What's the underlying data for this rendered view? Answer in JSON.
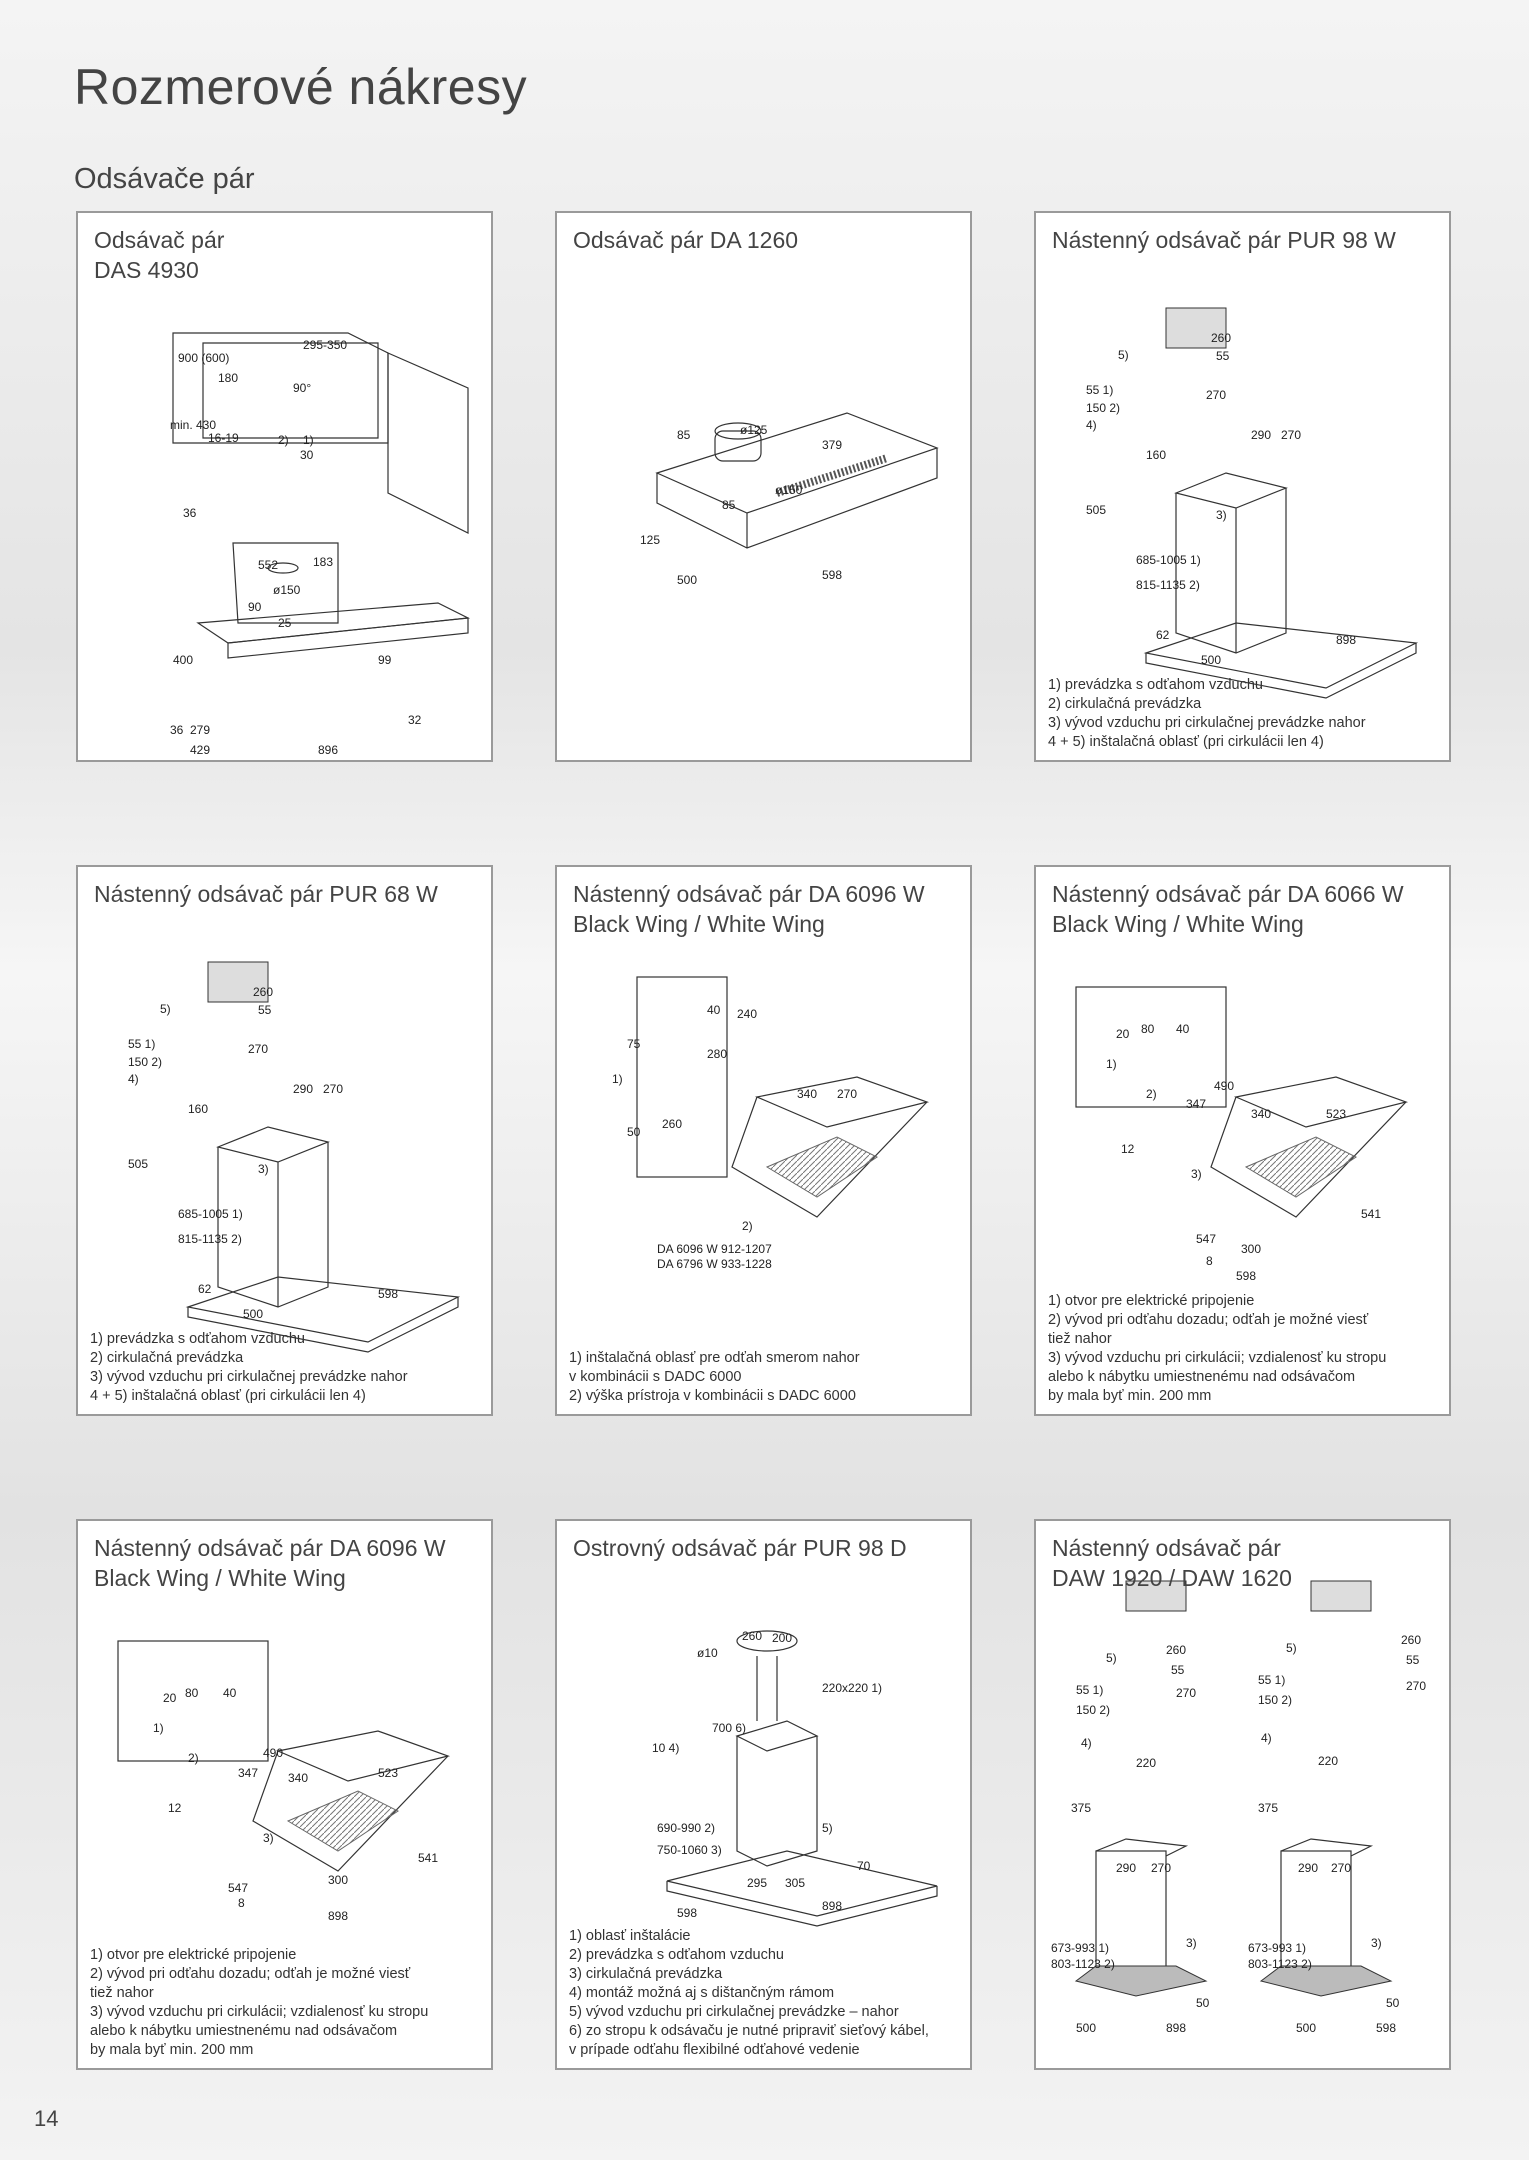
{
  "page": {
    "title": "Rozmerové nákresy",
    "section": "Odsávače pár",
    "page_number": "14"
  },
  "panels": [
    {
      "title": "Odsávač pár\nDAS 4930",
      "dims": [
        "900 (600)",
        "295-350",
        "180",
        "90°",
        "min. 430",
        "16-19",
        "2)",
        "1)",
        "30",
        "36",
        "552",
        "183",
        "ø150",
        "90",
        "25",
        "400",
        "99",
        "36",
        "279",
        "429",
        "896",
        "32"
      ],
      "notes": []
    },
    {
      "title": "Odsávač pár DA 1260",
      "dims": [
        "85",
        "ø125",
        "379",
        "ø150",
        "85",
        "125",
        "500",
        "598"
      ],
      "notes": []
    },
    {
      "title": "Nástenný odsávač pár PUR 98 W",
      "dims": [
        "5)",
        "260",
        "55",
        "55 1)",
        "150 2)",
        "270",
        "4)",
        "160",
        "290",
        "270",
        "505",
        "3)",
        "685-1005 1)",
        "815-1135 2)",
        "62",
        "500",
        "898"
      ],
      "notes": [
        "1) prevádzka s odťahom vzduchu",
        "2) cirkulačná prevádzka",
        "3) vývod vzduchu pri cirkulačnej prevádzke nahor",
        "4 + 5) inštalačná oblasť (pri cirkulácii len 4)"
      ]
    },
    {
      "title": "Nástenný odsávač pár PUR 68 W",
      "dims": [
        "5)",
        "260",
        "55",
        "55 1)",
        "150 2)",
        "270",
        "4)",
        "160",
        "290",
        "270",
        "505",
        "3)",
        "685-1005 1)",
        "815-1135 2)",
        "62",
        "500",
        "598"
      ],
      "notes": [
        "1) prevádzka s odťahom vzduchu",
        "2) cirkulačná prevádzka",
        "3) vývod vzduchu pri cirkulačnej prevádzke nahor",
        "4 + 5) inštalačná oblasť (pri cirkulácii len 4)"
      ]
    },
    {
      "title": "Nástenný odsávač pár DA 6096 W\nBlack Wing / White Wing",
      "dims": [
        "40",
        "240",
        "75",
        "280",
        "1)",
        "50",
        "260",
        "340",
        "270",
        "2)",
        "DA 6096 W 912-1207",
        "DA 6796 W 933-1228"
      ],
      "notes": [
        "1) inštalačná oblasť pre odťah smerom nahor\n    v kombinácii s DADC 6000",
        "2) výška prístroja v kombinácii s DADC 6000"
      ]
    },
    {
      "title": "Nástenný odsávač pár DA 6066 W\nBlack Wing / White Wing",
      "dims": [
        "20",
        "80",
        "40",
        "1)",
        "490",
        "2)",
        "347",
        "12",
        "340",
        "523",
        "3)",
        "547",
        "541",
        "300",
        "8",
        "598"
      ],
      "notes": [
        "1) otvor pre elektrické pripojenie",
        "2) vývod pri odťahu dozadu; odťah je možné viesť\n    tiež nahor",
        "3) vývod vzduchu pri cirkulácii; vzdialenosť ku stropu\n    alebo k nábytku umiestnenému nad odsávačom\n    by mala byť min. 200 mm"
      ]
    },
    {
      "title": "Nástenný odsávač pár DA 6096 W\nBlack Wing / White Wing",
      "dims": [
        "20",
        "80",
        "40",
        "1)",
        "490",
        "2)",
        "347",
        "12",
        "340",
        "523",
        "3)",
        "547",
        "541",
        "300",
        "8",
        "898"
      ],
      "notes": [
        "1) otvor pre elektrické pripojenie",
        "2) vývod pri odťahu dozadu; odťah je možné viesť\n    tiež nahor",
        "3) vývod vzduchu pri cirkulácii; vzdialenosť ku stropu\n    alebo k nábytku umiestnenému nad odsávačom\n    by mala byť min. 200 mm"
      ]
    },
    {
      "title": "Ostrovný odsávač pár PUR 98 D",
      "dims": [
        "ø10",
        "260",
        "200",
        "220x220 1)",
        "10 4)",
        "700 6)",
        "690-990 2)",
        "750-1060 3)",
        "5)",
        "295",
        "305",
        "70",
        "598",
        "898"
      ],
      "notes": [
        "1) oblasť inštalácie",
        "2) prevádzka s odťahom vzduchu",
        "3) cirkulačná prevádzka",
        "4) montáž možná aj s dištančným rámom",
        "5) vývod vzduchu pri cirkulačnej prevádzke – nahor",
        "6) zo stropu k odsávaču je nutné pripraviť sieťový kábel,\n    v prípade odťahu flexibilné odťahové vedenie"
      ]
    },
    {
      "title": "Nástenný odsávač pár\nDAW 1920 / DAW 1620",
      "dims": [
        "5)",
        "260",
        "55",
        "55 1)",
        "150 2)",
        "270",
        "4)",
        "220",
        "375",
        "290",
        "270",
        "673-993 1)",
        "803-1123 2)",
        "3)",
        "50",
        "500",
        "898",
        "5)",
        "260",
        "55",
        "55 1)",
        "150 2)",
        "270",
        "4)",
        "220",
        "375",
        "290",
        "270",
        "673-993 1)",
        "803-1123 2)",
        "3)",
        "50",
        "500",
        "598"
      ],
      "notes": []
    }
  ],
  "colors": {
    "border": "#9a9a9a",
    "text": "#444444"
  }
}
